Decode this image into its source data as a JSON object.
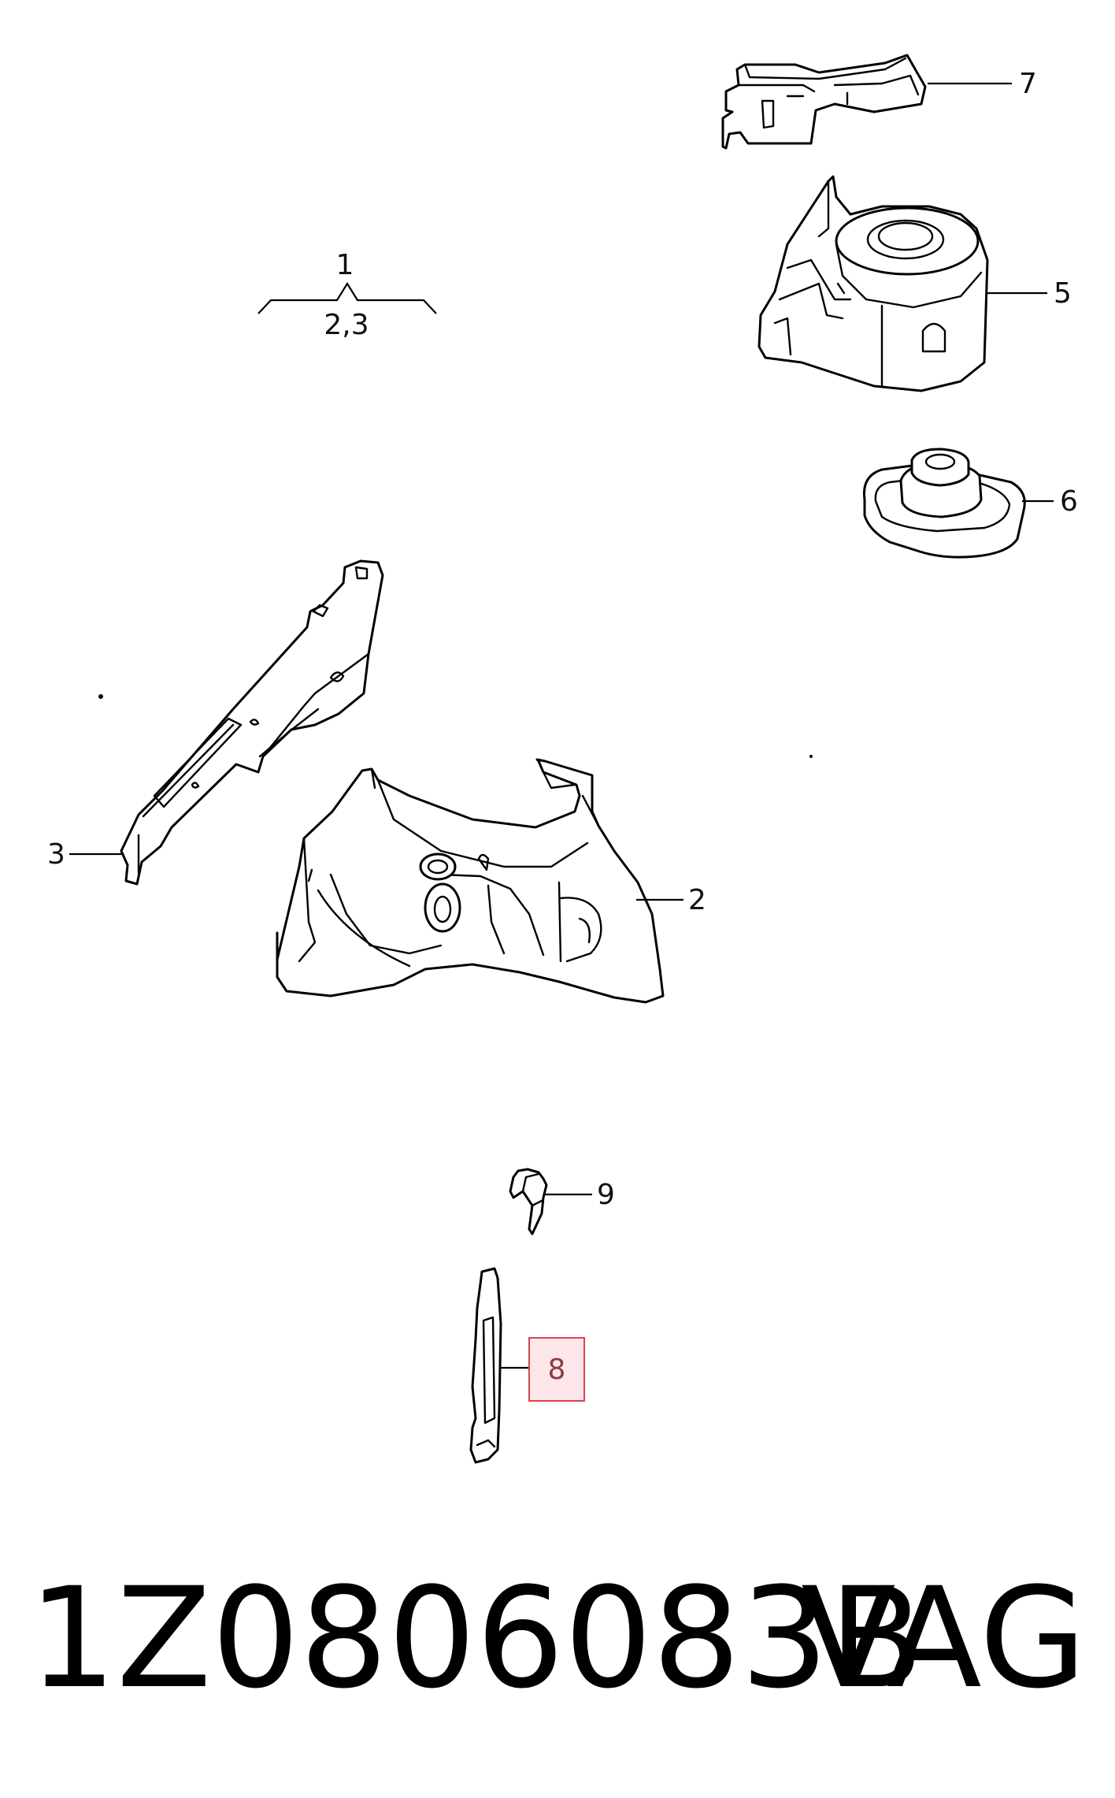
{
  "callouts": {
    "c1": "1",
    "c23": "2,3",
    "c2": "2",
    "c3": "3",
    "c5": "5",
    "c6": "6",
    "c7": "7",
    "c8": "8",
    "c9": "9"
  },
  "highlighted_callout": "8",
  "footer": {
    "part_number": "1Z0806083B",
    "brand": "VAG"
  },
  "colors": {
    "highlight_fill": "#fde6e9",
    "highlight_stroke": "#d9434e"
  }
}
